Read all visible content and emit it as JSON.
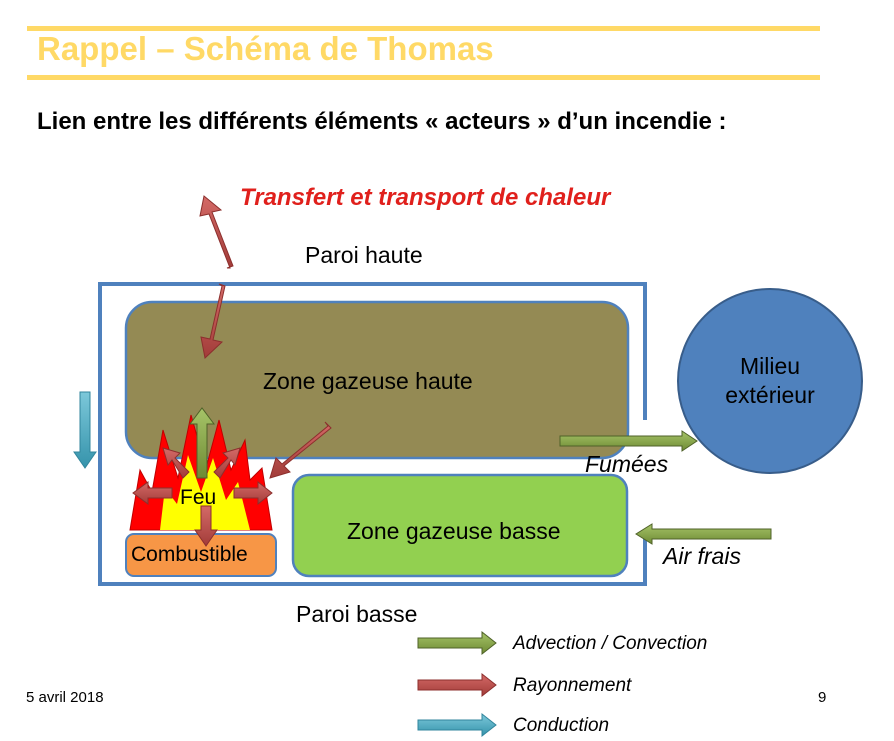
{
  "title": "Rappel – Schéma de Thomas",
  "subtitle": "Lien entre les différents éléments « acteurs » d’un incendie :",
  "diagram": {
    "heat_title": "Transfert et transport de chaleur",
    "paroi_haute": "Paroi haute",
    "paroi_basse": "Paroi basse",
    "zone_haute": "Zone gazeuse haute",
    "zone_basse": "Zone gazeuse basse",
    "feu": "Feu",
    "combustible": "Combustible",
    "milieu_line1": "Milieu",
    "milieu_line2": "extérieur",
    "fumees": "Fumées",
    "air_frais": "Air frais"
  },
  "legend": {
    "advection": "Advection / Convection",
    "rayonnement": "Rayonnement",
    "conduction": "Conduction"
  },
  "footer": {
    "date": "5 avril 2018",
    "page": "9"
  },
  "colors": {
    "title": "#ffd966",
    "heat_title": "#e0201c",
    "wall": "#4f81bd",
    "zone_haute": "#948a54",
    "zone_basse": "#92d050",
    "combustible": "#f79646",
    "milieu": "#4f81bd",
    "advection": "#77933c",
    "rayonnement": "#c0504d",
    "conduction": "#4bacc6"
  }
}
